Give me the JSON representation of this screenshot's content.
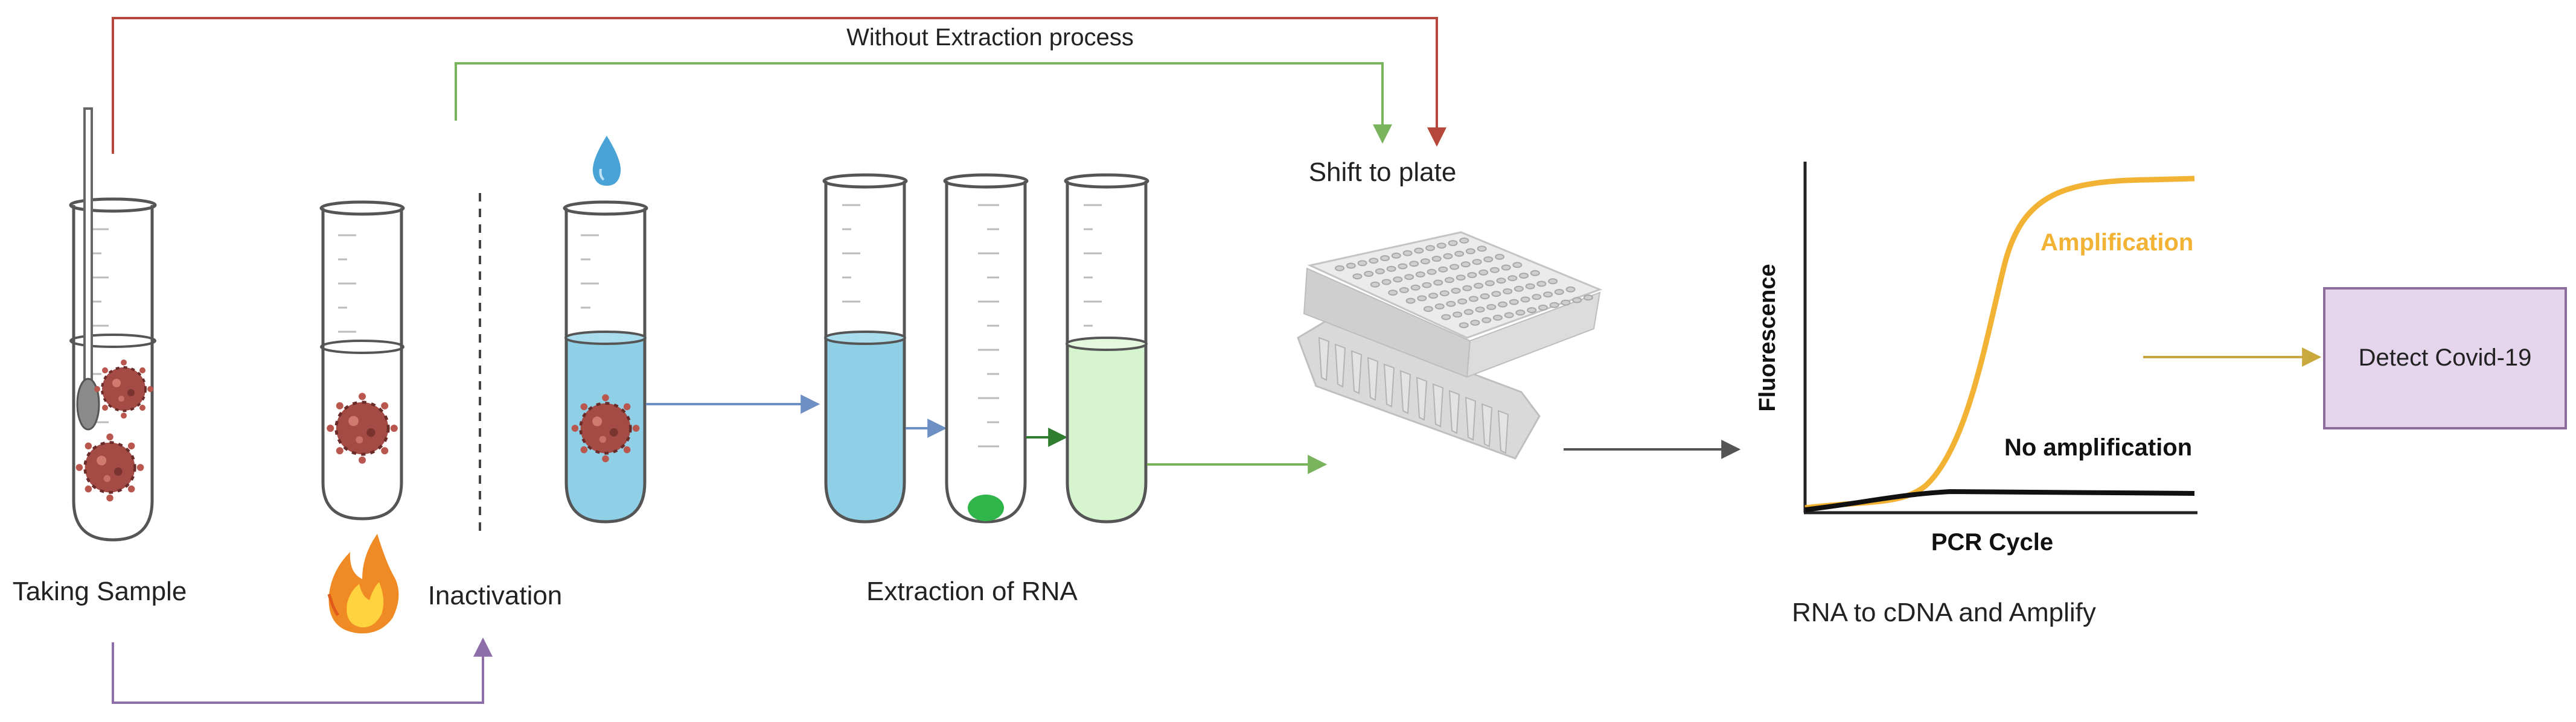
{
  "labels": {
    "without_extraction": "Without Extraction process",
    "shift_to_plate": "Shift to plate",
    "taking_sample": "Taking Sample",
    "inactivation": "Inactivation",
    "extraction_of_rna": "Extraction of RNA",
    "rna_to_cdna": "RNA to cDNA and Amplify",
    "detect_covid": "Detect Covid-19"
  },
  "chart": {
    "ylabel": "Fluorescence",
    "xlabel": "PCR Cycle",
    "amplification": "Amplification",
    "no_amplification": "No amplification"
  },
  "colors": {
    "red_arrow": "#b5473c",
    "green_arrow": "#79b35c",
    "purple_arrow": "#8e6ea9",
    "blue_arrow": "#6e8fc3",
    "gray_arrow": "#555555",
    "gold_arrow": "#c9a93d",
    "amplification_curve": "#f2b233",
    "detect_box_fill": "#e4d5ec",
    "detect_box_border": "#8c6d9e",
    "tube_liquid_blue": "#8fd0e6",
    "tube_liquid_green": "#d6f5cf"
  },
  "icons": [
    "virus-icon",
    "flame-icon",
    "water-drop-icon",
    "swab-icon",
    "pcr-plate-icon"
  ]
}
